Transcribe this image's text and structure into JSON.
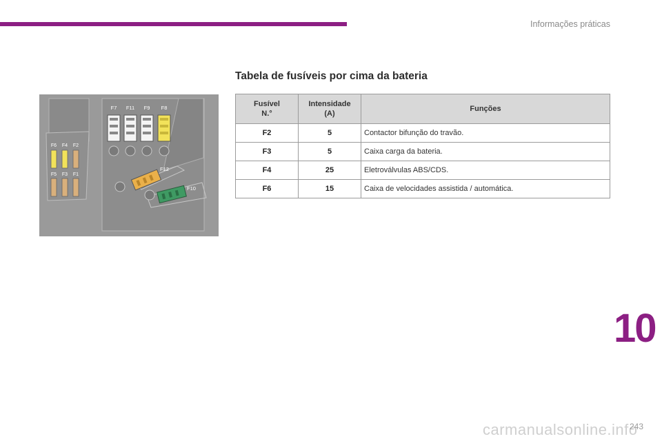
{
  "header": {
    "section_title": "Informações práticas",
    "accent_color": "#8c1f83"
  },
  "table_title": "Tabela de fusíveis por cima da bateria",
  "diagram": {
    "labels_top": [
      "F7",
      "F11",
      "F9",
      "F8"
    ],
    "labels_left_top": [
      "F6",
      "F4",
      "F2"
    ],
    "labels_left_bottom": [
      "F5",
      "F3",
      "F1"
    ],
    "label_f12": "F12",
    "label_f10": "F10",
    "colors": {
      "yellow": "#f2e25a",
      "tan": "#d9b07c",
      "orange": "#eab04a",
      "green": "#3f9a63",
      "white": "#f4f4f4",
      "panel": "#9a9a9a"
    }
  },
  "table": {
    "headers": [
      "Fusível\nN.°",
      "Intensidade\n(A)",
      "Funções"
    ],
    "rows": [
      {
        "fuse": "F2",
        "amps": "5",
        "function": "Contactor bifunção do travão."
      },
      {
        "fuse": "F3",
        "amps": "5",
        "function": "Caixa carga da bateria."
      },
      {
        "fuse": "F4",
        "amps": "25",
        "function": "Eletroválvulas ABS/CDS."
      },
      {
        "fuse": "F6",
        "amps": "15",
        "function": "Caixa de velocidades assistida / automática."
      }
    ]
  },
  "chapter_number": "10",
  "page_number": "243",
  "watermark": "carmanualsonline.info"
}
